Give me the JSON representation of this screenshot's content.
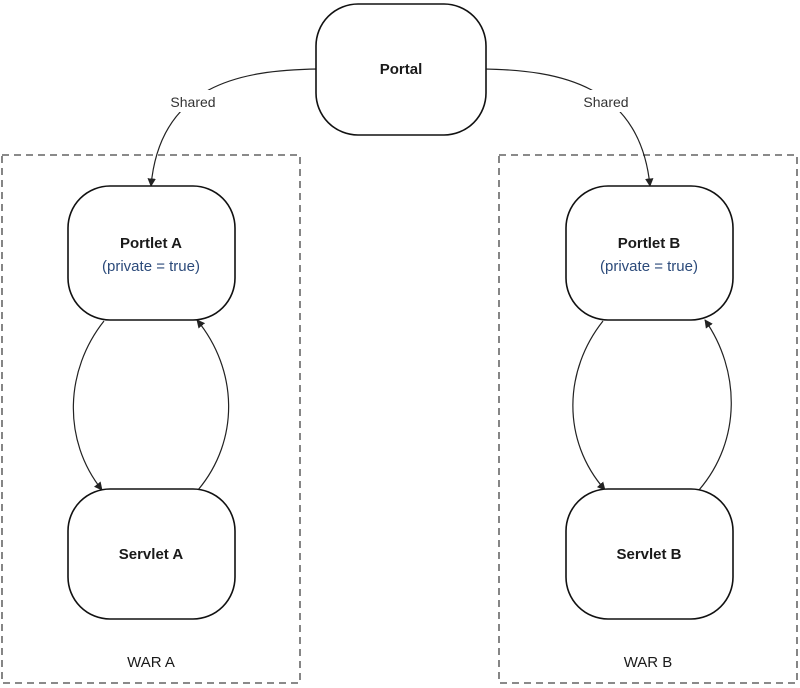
{
  "nodes": {
    "portal": {
      "label": "Portal"
    },
    "portlet_a": {
      "label": "Portlet A",
      "note": "(private = true)"
    },
    "portlet_b": {
      "label": "Portlet B",
      "note": "(private = true)"
    },
    "servlet_a": {
      "label": "Servlet A"
    },
    "servlet_b": {
      "label": "Servlet B"
    }
  },
  "containers": {
    "war_a": {
      "label": "WAR A"
    },
    "war_b": {
      "label": "WAR B"
    }
  },
  "edges": {
    "portal_to_a": {
      "label": "Shared"
    },
    "portal_to_b": {
      "label": "Shared"
    }
  },
  "colors": {
    "note_text": "#2b4a7a",
    "stroke": "#111111"
  }
}
